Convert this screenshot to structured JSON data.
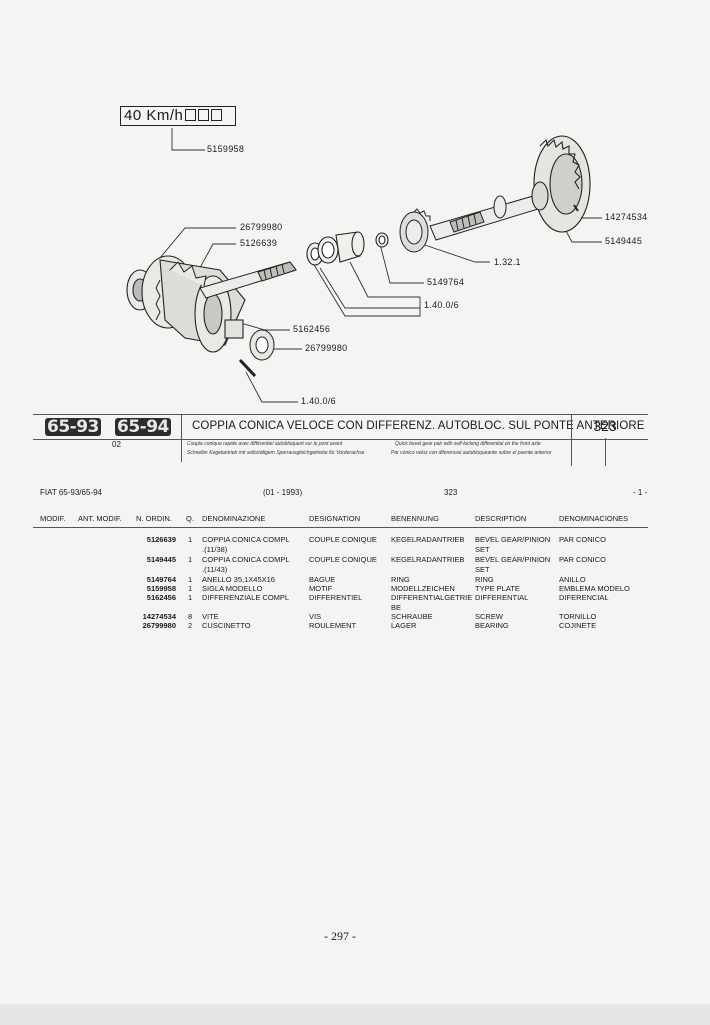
{
  "diagram": {
    "speed_label": "40 Km/h",
    "callouts": {
      "c5159958": "5159958",
      "c26799980a": "26799980",
      "c5126639": "5126639",
      "c14274534": "14274534",
      "c5149445": "5149445",
      "c1_32_1": "1.32.1",
      "c5149764": "5149764",
      "c1_40_0_6a": "1.40.0/6",
      "c5162456": "5162456",
      "c26799980b": "26799980",
      "c1_40_0_6b": "1.40.0/6"
    }
  },
  "header": {
    "model_1": "65-93",
    "model_2": "65-94",
    "title": "COPPIA CONICA VELOCE CON DIFFERENZ. AUTOBLOC. SUL PONTE ANTERIORE",
    "group_number": "323",
    "sub_code": "02",
    "fr_line": "Couple conique rapide avec différentiel autobloquant sur le pont avant",
    "de_line": "Schneller Kegelantrieb mit selbstätigem Sperrausgleichgetriebe für Vorderachse",
    "en_line": "Quick bevel gear pair with self-locking differential on the front axle",
    "es_line": "Par cónico veloz con diferencial autobloqueante sobre el puente anterior"
  },
  "meta": {
    "model": "FIAT 65-93/65-94",
    "date": "(01 - 1993)",
    "group": "323",
    "sheet": "- 1 -"
  },
  "columns": [
    "MODIF.",
    "ANT. MODIF.",
    "N. ORDIN.",
    "Q.",
    "DENOMINAZIONE",
    "DESIGNATION",
    "BENENNUNG",
    "DESCRIPTION",
    "DENOMINACIONES"
  ],
  "parts": [
    {
      "part": "5126639",
      "qty": "1",
      "it": "COPPIA CONICA  COMPL",
      "it2": ".(11/38)",
      "fr": "COUPLE CONIQUE",
      "de": "KEGELRADANTRIEB",
      "en": "BEVEL GEAR/PINION",
      "en2": "SET",
      "es": "PAR CONICO"
    },
    {
      "part": "5149445",
      "qty": "1",
      "it": "COPPIA CONICA  COMPL",
      "it2": ".(11/43)",
      "fr": "COUPLE CONIQUE",
      "de": "KEGELRADANTRIEB",
      "en": "BEVEL GEAR/PINION",
      "en2": "SET",
      "es": "PAR CONICO"
    },
    {
      "part": "5149764",
      "qty": "1",
      "it": "ANELLO 35,1X45X16",
      "fr": "BAGUE",
      "de": "RING",
      "en": "RING",
      "es": "ANILLO"
    },
    {
      "part": "5159958",
      "qty": "1",
      "it": "SIGLA MODELLO",
      "fr": "MOTIF",
      "de": "MODELLZEICHEN",
      "en": "TYPE PLATE",
      "es": "EMBLEMA MODELO"
    },
    {
      "part": "5162456",
      "qty": "1",
      "it": "DIFFERENZIALE COMPL",
      "fr": "DIFFERENTIEL",
      "de": "DIFFERENTIALGETRIE",
      "de2": "BE",
      "en": "DIFFERENTIAL",
      "es": "DIFERENCIAL"
    },
    {
      "part": "14274534",
      "qty": "8",
      "it": "VITE",
      "fr": "VIS",
      "de": "SCHRAUBE",
      "en": "SCREW",
      "es": "TORNILLO"
    },
    {
      "part": "26799980",
      "qty": "2",
      "it": "CUSCINETTO",
      "fr": "ROULEMENT",
      "de": "LAGER",
      "en": "BEARING",
      "es": "COJINETE"
    }
  ],
  "page_number": "- 297 -"
}
